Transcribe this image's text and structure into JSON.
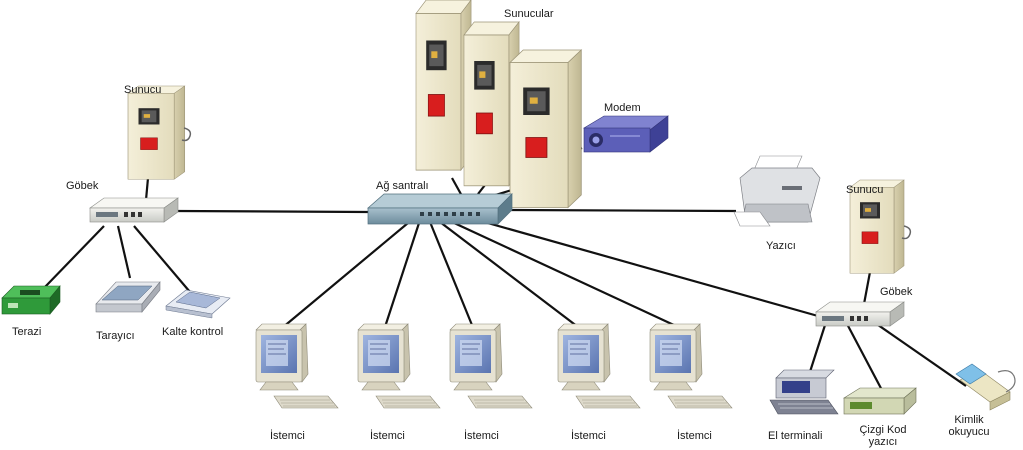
{
  "labels": {
    "servers": "Sunucular",
    "modem": "Modem",
    "switch": "Ağ santralı",
    "printer": "Yazıcı",
    "server_left": "Sunucu",
    "hub_left": "Göbek",
    "server_right": "Sunucu",
    "hub_right": "Göbek",
    "scale": "Terazi",
    "scanner": "Tarayıcı",
    "quality": "Kalte kontrol",
    "clients": [
      "İstemci",
      "İstemci",
      "İstemci",
      "İstemci",
      "İstemci"
    ],
    "handheld": "El terminali",
    "barcode_line1": "Çizgi Kod",
    "barcode_line2": "yazıcı",
    "idreader_line1": "Kimlik",
    "idreader_line2": "okuyucu"
  },
  "colors": {
    "cable": "#111111",
    "server_body": "#efe9cf",
    "server_shade": "#cfc7a6",
    "server_red": "#d81e1e",
    "switch_body": "#7f9fb0",
    "modem_body": "#5c5fb8",
    "monitor_body": "#e6e2d2",
    "monitor_screen": "#7f97c8",
    "scale_green": "#2f9a3a"
  }
}
